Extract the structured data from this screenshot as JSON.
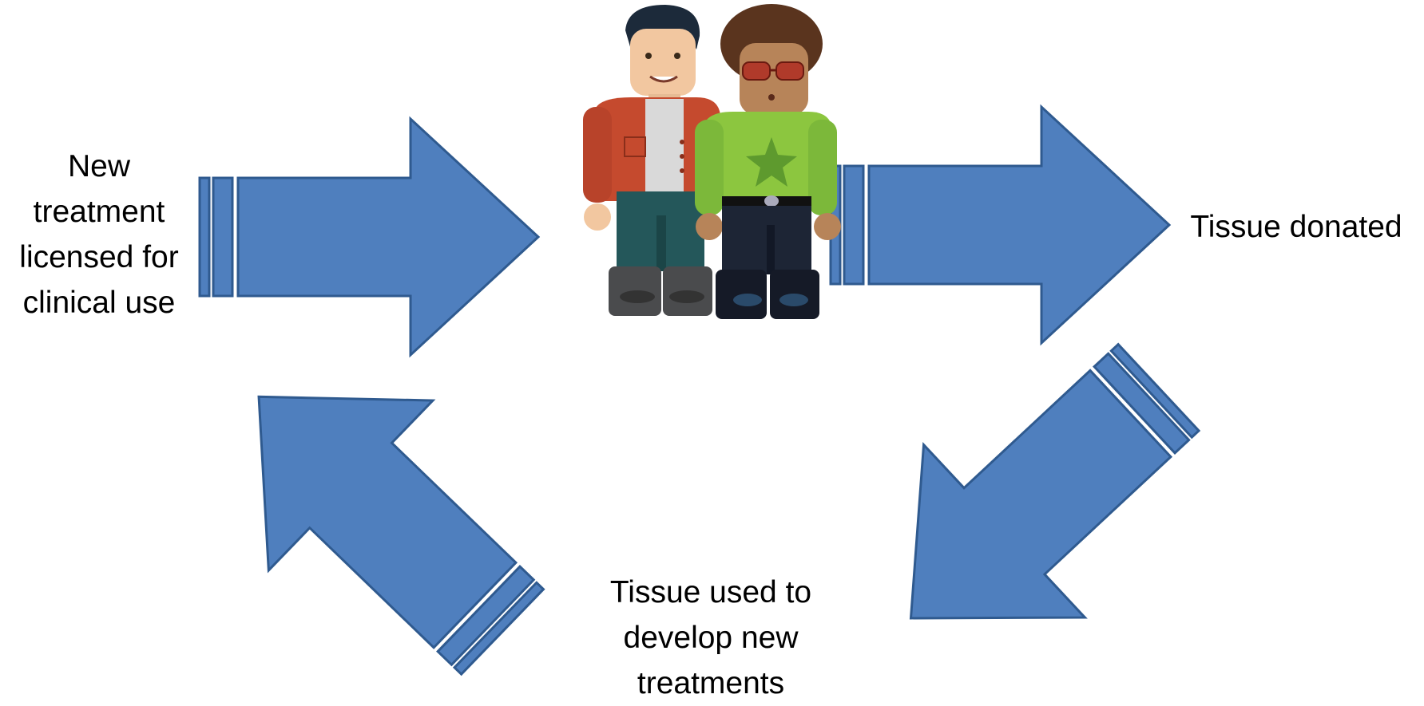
{
  "diagram": {
    "type": "cycle",
    "colors": {
      "arrow_fill": "#4f7fbe",
      "arrow_stroke": "#2f5a8f",
      "background": "#ffffff"
    },
    "figure_icon": "two-people-figures",
    "steps": [
      {
        "id": "tissue-donated",
        "lines": [
          "Tissue donated"
        ]
      },
      {
        "id": "tissue-used",
        "lines": [
          "Tissue used to",
          "develop new",
          "treatments"
        ]
      },
      {
        "id": "new-treatment",
        "lines": [
          "New",
          "treatment",
          "licensed for",
          "clinical use"
        ]
      }
    ]
  }
}
